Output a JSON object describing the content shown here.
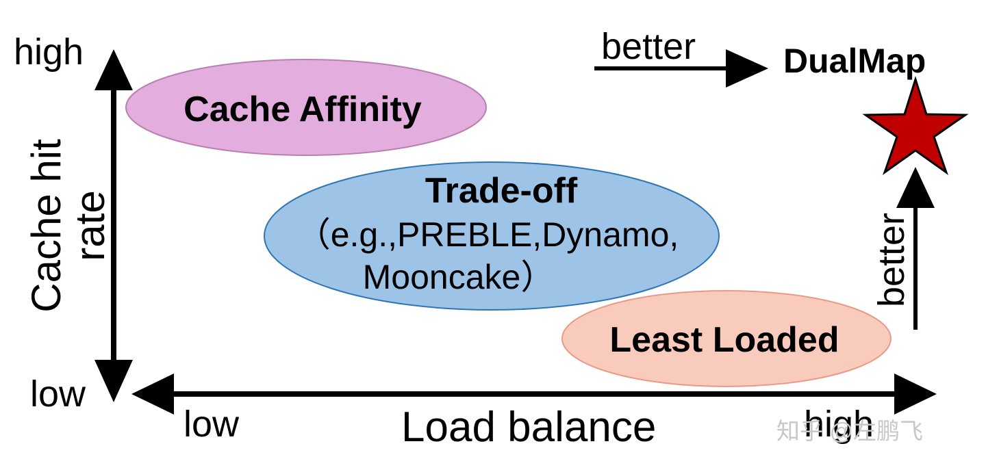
{
  "y_axis": {
    "title_line1": "Cache hit",
    "title_line2": "rate",
    "high_label": "high",
    "low_label": "low"
  },
  "x_axis": {
    "title": "Load balance",
    "low_label": "low",
    "high_label": "high"
  },
  "regions": {
    "cache_affinity": {
      "label": "Cache Affinity",
      "fill": "#e3aedd",
      "stroke": "#b87fb3"
    },
    "trade_off": {
      "label": "Trade-off",
      "examples_line1": "（e.g.,PREBLE,Dynamo,",
      "examples_line2": "Mooncake）",
      "fill": "#9dc3e6",
      "stroke": "#2e75b6"
    },
    "least_loaded": {
      "label": "Least Loaded",
      "fill": "#f8cbbd",
      "stroke": "#e99a86"
    }
  },
  "target": {
    "label": "DualMap",
    "star_color": "#c00000"
  },
  "arrows": {
    "horizontal_label": "better",
    "vertical_label": "better"
  },
  "watermark": "知乎 @左鹏飞"
}
